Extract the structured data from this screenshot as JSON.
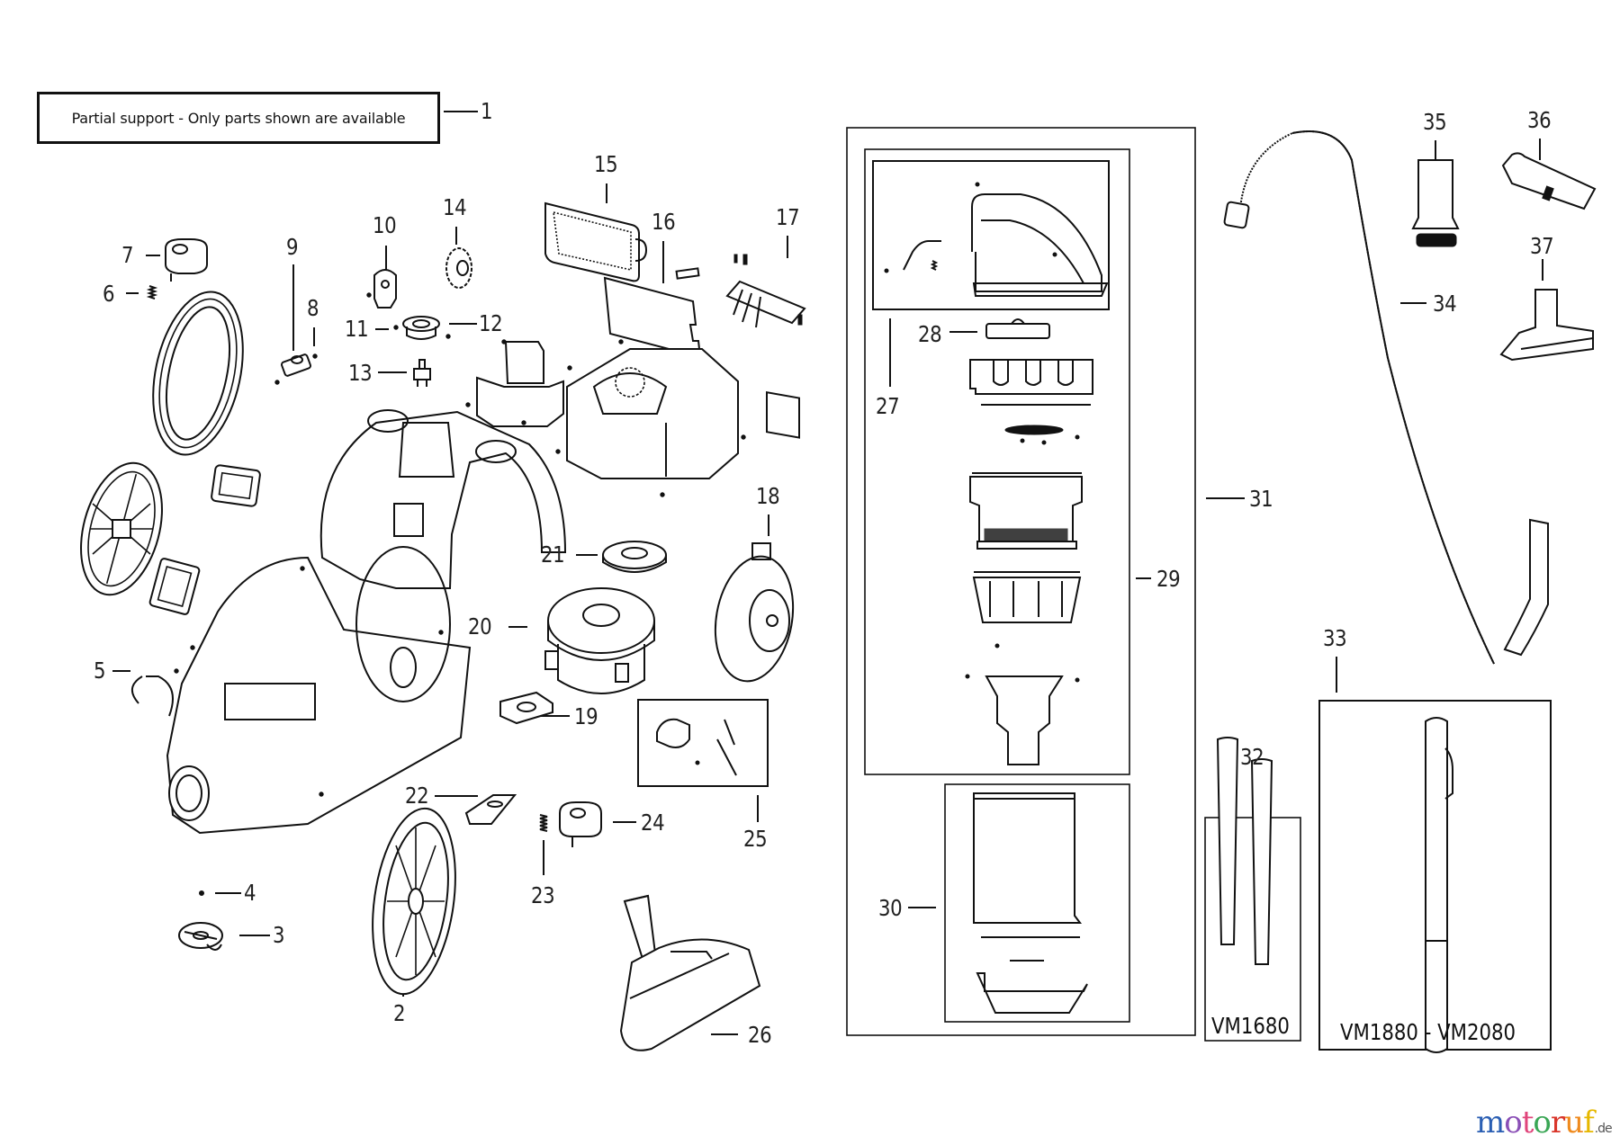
{
  "notice": {
    "text": "Partial support - Only parts shown are available",
    "callout": "1"
  },
  "callouts": {
    "c2": "2",
    "c3": "3",
    "c4": "4",
    "c5": "5",
    "c6": "6",
    "c7": "7",
    "c8": "8",
    "c9": "9",
    "c10": "10",
    "c11": "11",
    "c12": "12",
    "c13": "13",
    "c14": "14",
    "c15": "15",
    "c16": "16",
    "c17": "17",
    "c18": "18",
    "c19": "19",
    "c20": "20",
    "c21": "21",
    "c22": "22",
    "c23": "23",
    "c24": "24",
    "c25": "25",
    "c26": "26",
    "c27": "27",
    "c28": "28",
    "c29": "29",
    "c30": "30",
    "c31": "31",
    "c32": "32",
    "c33": "33",
    "c34": "34",
    "c35": "35",
    "c36": "36",
    "c37": "37"
  },
  "models": {
    "tubes_32": "VM1680",
    "wand_33": "VM1880 - VM2080"
  },
  "logo": {
    "letters": [
      "m",
      "o",
      "t",
      "o",
      "r",
      "u",
      "f"
    ],
    "colors": [
      "#2b5fb3",
      "#8a4fb6",
      "#e0457b",
      "#3aa655",
      "#d9352a",
      "#ef8a1d",
      "#e6b800"
    ],
    "tld": ".de"
  }
}
